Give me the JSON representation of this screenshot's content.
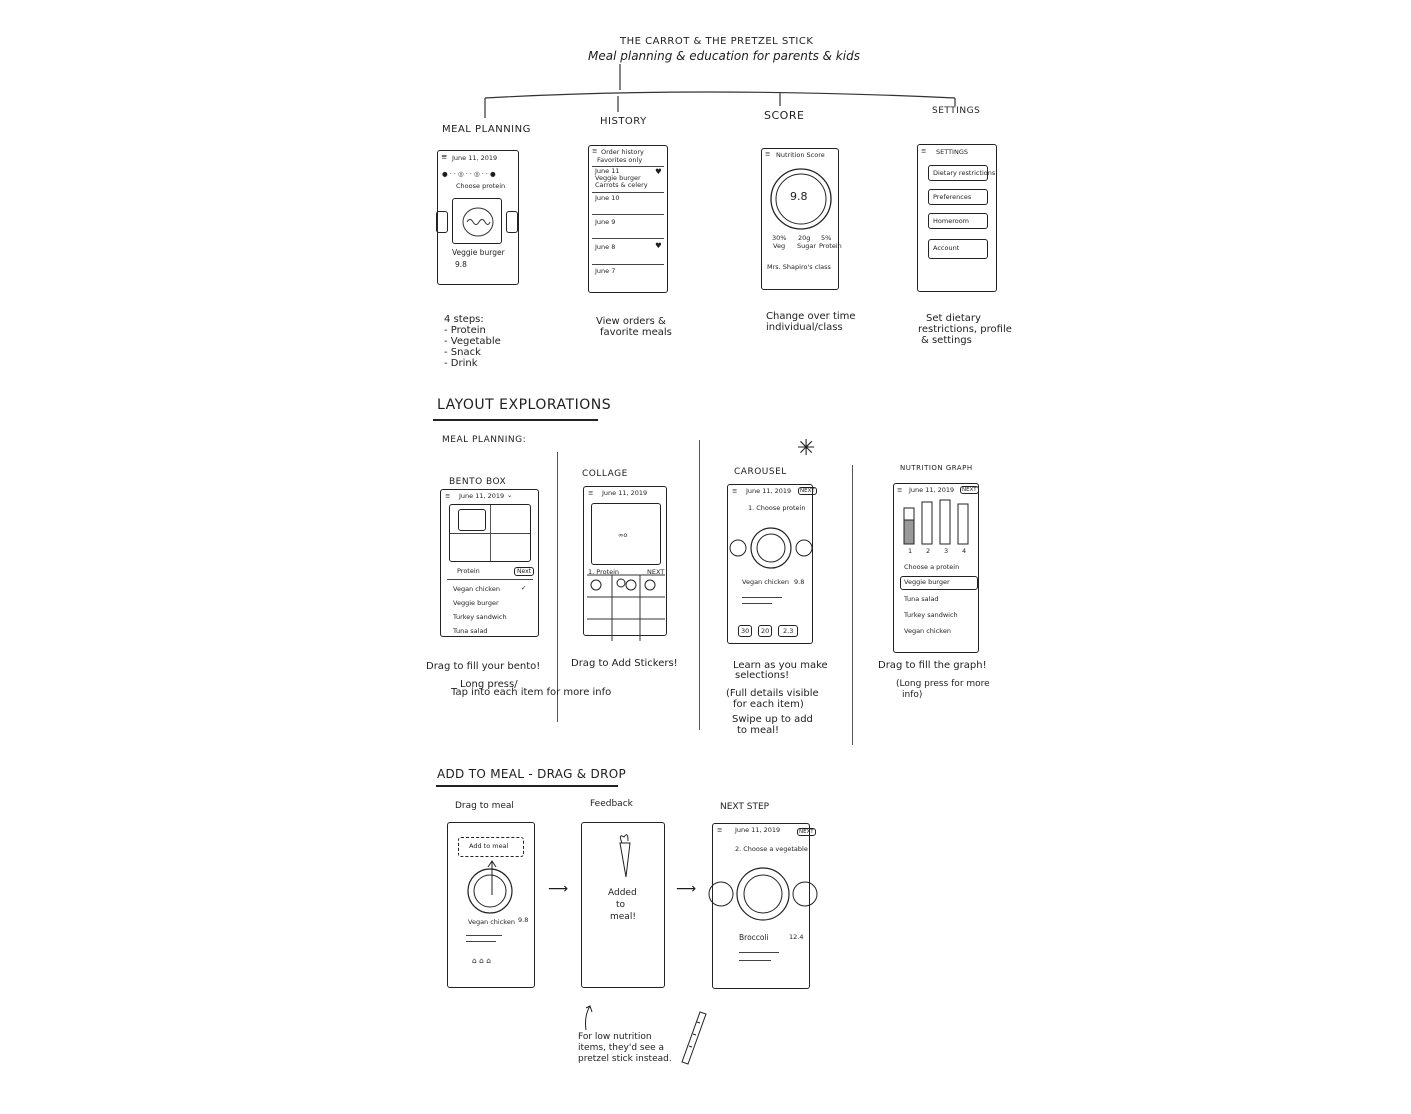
{
  "header": {
    "title": "THE CARROT & THE PRETZEL STICK",
    "subtitle": "Meal planning & education for parents & kids"
  },
  "sections": {
    "meal_planning": {
      "label": "MEAL PLANNING",
      "date": "June 11, 2019",
      "step": "Choose protein",
      "item": "Veggie burger",
      "score": "9.8",
      "notes": [
        "4 steps:",
        "- Protein",
        "- Vegetable",
        "- Snack",
        "- Drink"
      ]
    },
    "history": {
      "label": "HISTORY",
      "tab_1": "Order history",
      "tab_2": "Favorites only",
      "entry_1": "June 11",
      "entry_1_item": "Veggie burger",
      "entry_1_sub": "Carrots & celery",
      "entry_2": "June 10",
      "entry_3": "June 9",
      "entry_4": "June 8",
      "entry_5": "June 7",
      "note_1": "View orders &",
      "note_2": "favorite meals"
    },
    "score": {
      "label": "SCORE",
      "header": "Nutrition Score",
      "value": "9.8",
      "stat_1": "30%",
      "stat_1_label": "Veg",
      "stat_2": "20g",
      "stat_2_label": "Sugar",
      "stat_3": "5%",
      "stat_3_label": "Protein",
      "teacher": "Mrs. Shapiro's class",
      "note_1": "Change over time",
      "note_2": "individual/class"
    },
    "settings": {
      "label": "SETTINGS",
      "header": "SETTINGS",
      "items": [
        "Dietary restrictions",
        "Preferences",
        "Homeroom",
        "Account"
      ],
      "note_1": "Set dietary",
      "note_2": "restrictions, profile",
      "note_3": "& settings"
    }
  },
  "layout_explorations": {
    "title": "LAYOUT EXPLORATIONS",
    "subtitle": "MEAL PLANNING:",
    "bento": {
      "label": "BENTO BOX",
      "date": "June 11, 2019",
      "step": "Protein",
      "next": "Next",
      "items": [
        "Vegan chicken",
        "Veggie burger",
        "Turkey sandwich",
        "Tuna salad"
      ],
      "note_1": "Drag to fill your bento!",
      "note_2": "Long press/",
      "note_3": "Tap into each item for more info"
    },
    "collage": {
      "label": "COLLAGE",
      "date": "June 11, 2019",
      "step": "1. Protein",
      "next": "NEXT",
      "note": "Drag to Add Stickers!"
    },
    "carousel": {
      "label": "CAROUSEL",
      "date": "June 11, 2019",
      "next": "NEXT",
      "step": "1. Choose protein",
      "item": "Vegan chicken",
      "score": "9.8",
      "stat_1": "30",
      "stat_2": "20",
      "stat_3": "2.3",
      "note_1": "Learn as you make",
      "note_2": "selections!",
      "note_3": "(Full details visible",
      "note_4": "for each item)",
      "note_5": "Swipe up to add",
      "note_6": "to meal!"
    },
    "nutrition_graph": {
      "label": "NUTRITION GRAPH",
      "date": "June 11, 2019",
      "next": "NEXT",
      "steps": [
        "1",
        "2",
        "3",
        "4"
      ],
      "step": "Choose a protein",
      "items": [
        "Veggie burger",
        "Tuna salad",
        "Turkey sandwich",
        "Vegan chicken"
      ],
      "note_1": "Drag to fill the graph!",
      "note_2": "(Long press for more",
      "note_3": "info)"
    }
  },
  "add_to_meal": {
    "title": "ADD TO MEAL - DRAG & DROP",
    "drag": {
      "label": "Drag to meal",
      "target": "Add to meal",
      "item": "Vegan chicken",
      "score": "9.8"
    },
    "feedback": {
      "label": "Feedback",
      "message_1": "Added",
      "message_2": "to",
      "message_3": "meal!",
      "note_1": "For low nutrition",
      "note_2": "items, they'd see a",
      "note_3": "pretzel stick instead."
    },
    "next_step": {
      "label": "NEXT STEP",
      "date": "June 11, 2019",
      "next": "NEXT",
      "step": "2. Choose a vegetable",
      "item": "Broccoli",
      "score": "12.4"
    }
  }
}
